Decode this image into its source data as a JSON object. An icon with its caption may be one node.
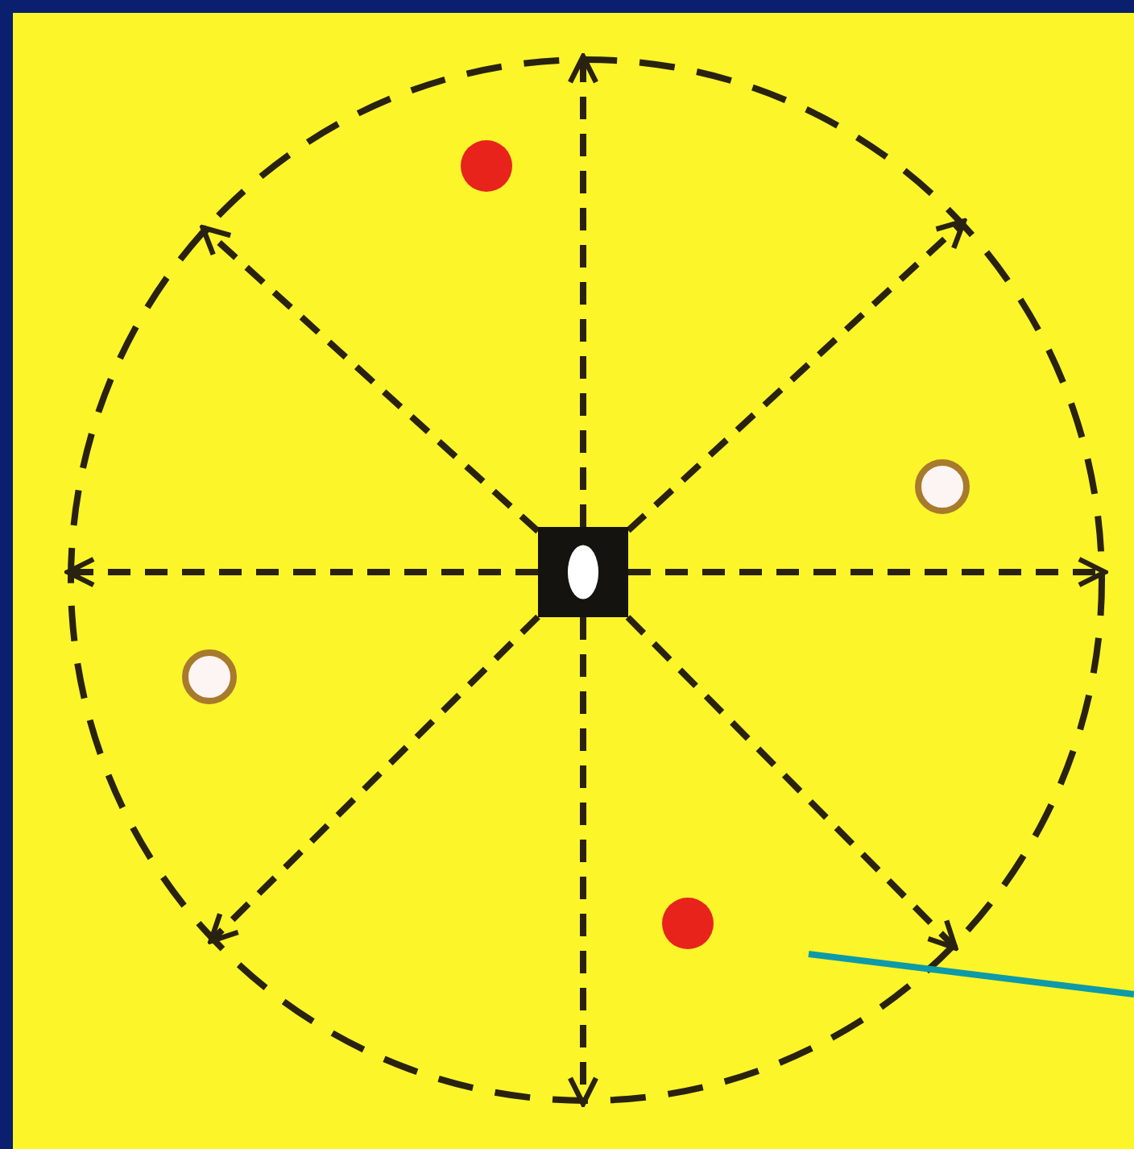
{
  "diagram": {
    "nodes": [
      {
        "text": [],
        "shape": "circle"
      },
      {
        "text": [],
        "shape": "box",
        "in": 0
      }
    ],
    "edges": [
      {
        "from": 1,
        "to": 0,
        "arrow": "to",
        "style": "dashed"
      },
      {
        "from": 1,
        "to": 0,
        "arrow": "to",
        "style": "dashed"
      },
      {
        "from": 1,
        "to": 0,
        "arrow": "to",
        "style": "dashed"
      },
      {
        "from": 1,
        "to": 0,
        "arrow": "to",
        "style": "dashed"
      },
      {
        "from": 1,
        "to": 0,
        "arrow": "to",
        "style": "dashed"
      },
      {
        "from": 1,
        "to": 0,
        "arrow": "to",
        "style": "dashed"
      },
      {
        "from": 1,
        "to": 0,
        "arrow": "to",
        "style": "dashed"
      },
      {
        "from": 1,
        "to": 0,
        "arrow": "to",
        "style": "dashed"
      },
      {
        "from": null,
        "to": 0,
        "arrow": "none",
        "color": "#0e9aa7"
      }
    ]
  }
}
